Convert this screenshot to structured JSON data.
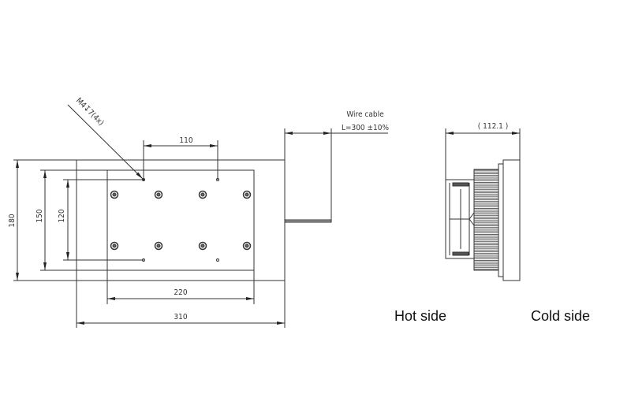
{
  "front_view": {
    "dim_total_length": "310",
    "dim_inner_length": "220",
    "dim_hole_spacing_x": "110",
    "dim_total_height": "180",
    "dim_inner_height": "150",
    "dim_hole_spacing_y": "120",
    "hole_callout": "M4↧7(4x)",
    "cable_label": "Wire cable",
    "cable_length": "L=300 ±10%"
  },
  "side_view": {
    "dim_depth": "( 112.1 )"
  },
  "labels": {
    "hot_side": "Hot side",
    "cold_side": "Cold side"
  }
}
